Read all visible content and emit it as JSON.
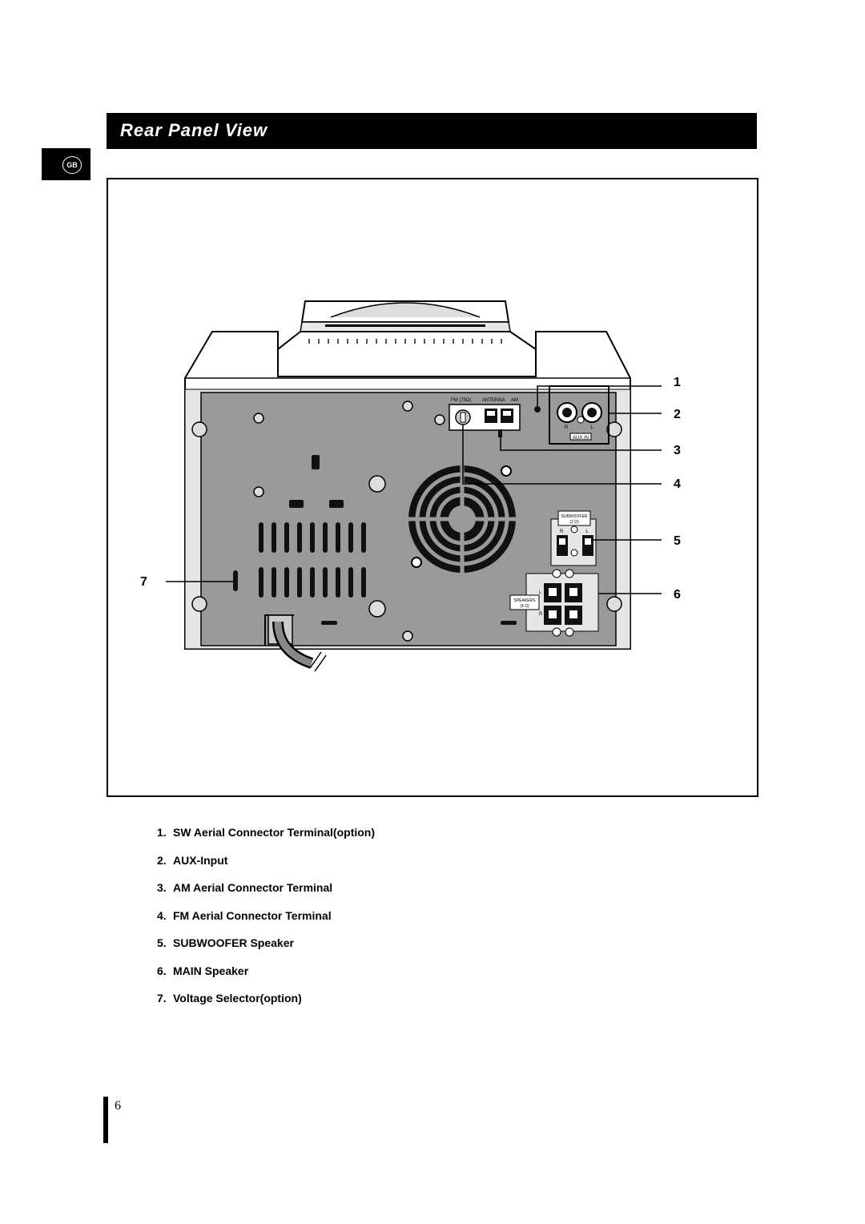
{
  "header": {
    "title": "Rear Panel View"
  },
  "side_tab": {
    "label": "GB"
  },
  "diagram": {
    "callouts": [
      "1",
      "2",
      "3",
      "4",
      "5",
      "6",
      "7"
    ],
    "panel_labels": {
      "fm": "FM (75Ω)",
      "antenna": "ANTENNA",
      "am": "AM",
      "aux_r": "R",
      "aux_l": "L",
      "aux_in": "AUX IN",
      "subwoofer": "SUBWOOFER",
      "subwoofer_ohm": "(2 Ω)",
      "sub_r": "R",
      "sub_l": "L",
      "speakers": "SPEAKERS",
      "speakers_ohm": "(4 Ω)",
      "spk_l": "L",
      "spk_r": "R"
    }
  },
  "legend": [
    {
      "num": "1.",
      "text": "SW Aerial Connector Terminal(option)"
    },
    {
      "num": "2.",
      "text": "AUX-Input"
    },
    {
      "num": "3.",
      "text": "AM Aerial Connector Terminal"
    },
    {
      "num": "4.",
      "text": "FM Aerial Connector Terminal"
    },
    {
      "num": "5.",
      "text": "SUBWOOFER Speaker"
    },
    {
      "num": "6.",
      "text": "MAIN Speaker"
    },
    {
      "num": "7.",
      "text": "Voltage Selector(option)"
    }
  ],
  "footer": {
    "page_number": "6"
  }
}
